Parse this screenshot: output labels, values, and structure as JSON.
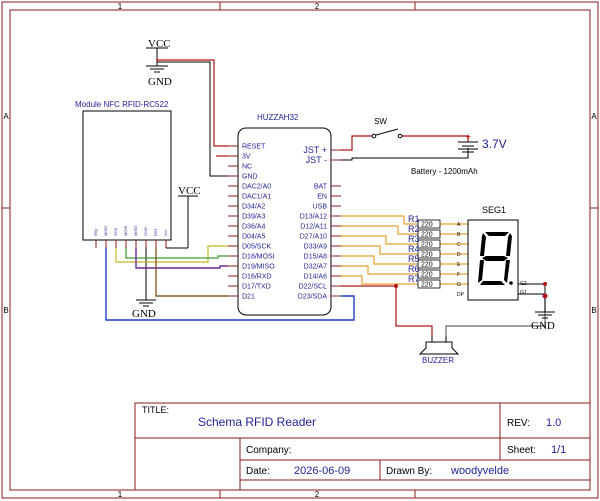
{
  "frame": {
    "columns": [
      "1",
      "2"
    ],
    "rows": [
      "A",
      "B"
    ]
  },
  "power": {
    "vcc_label": "VCC",
    "gnd_label": "GND"
  },
  "rfid": {
    "title": "Module NFC RFID-RC522",
    "pins": [
      "IRQ",
      "MISO",
      "SCK",
      "MOSI",
      "MISO",
      "GND",
      "RST",
      "Vcc"
    ]
  },
  "mcu": {
    "title": "HUZZAH32",
    "left_pins": [
      "RESET",
      "3V",
      "NC",
      "GND",
      "DAC2/A0",
      "DAC1/A1",
      "D34/A2",
      "D39/A3",
      "D36/A4",
      "D04/A5",
      "D05/SCK",
      "D18/MOSI",
      "D19/MISO",
      "D16/RXD",
      "D17/TXD",
      "D21"
    ],
    "right_pins": [
      "JST +",
      "JST -",
      "BAT",
      "EN",
      "USB",
      "D13/A12",
      "D12/A11",
      "D27/A10",
      "D33/A9",
      "D15/A8",
      "D32/A7",
      "D14/A6",
      "D22/SCL",
      "D23/SDA"
    ]
  },
  "switch": {
    "label": "SW"
  },
  "battery": {
    "voltage": "3.7V",
    "caption": "Battery - 1200mAh",
    "plus": "+"
  },
  "resistors": {
    "names": [
      "R1",
      "R2",
      "R3",
      "R4",
      "R5",
      "R6",
      "R7"
    ],
    "value": "220"
  },
  "segment": {
    "title": "SEG1",
    "pins": [
      "A",
      "B",
      "C",
      "D",
      "E",
      "F",
      "G",
      "DP"
    ],
    "grounds": [
      "G2",
      "G1"
    ]
  },
  "buzzer": {
    "label": "BUZZER"
  },
  "title_block": {
    "title_label": "TITLE:",
    "title": "Schema RFID Reader",
    "rev_label": "REV:",
    "rev": "1.0",
    "company_label": "Company:",
    "company": "",
    "sheet_label": "Sheet:",
    "sheet": "1/1",
    "date_label": "Date:",
    "date": "2026-06-09",
    "drawn_label": "Drawn By:",
    "drawn_by": "woodyvelde"
  }
}
